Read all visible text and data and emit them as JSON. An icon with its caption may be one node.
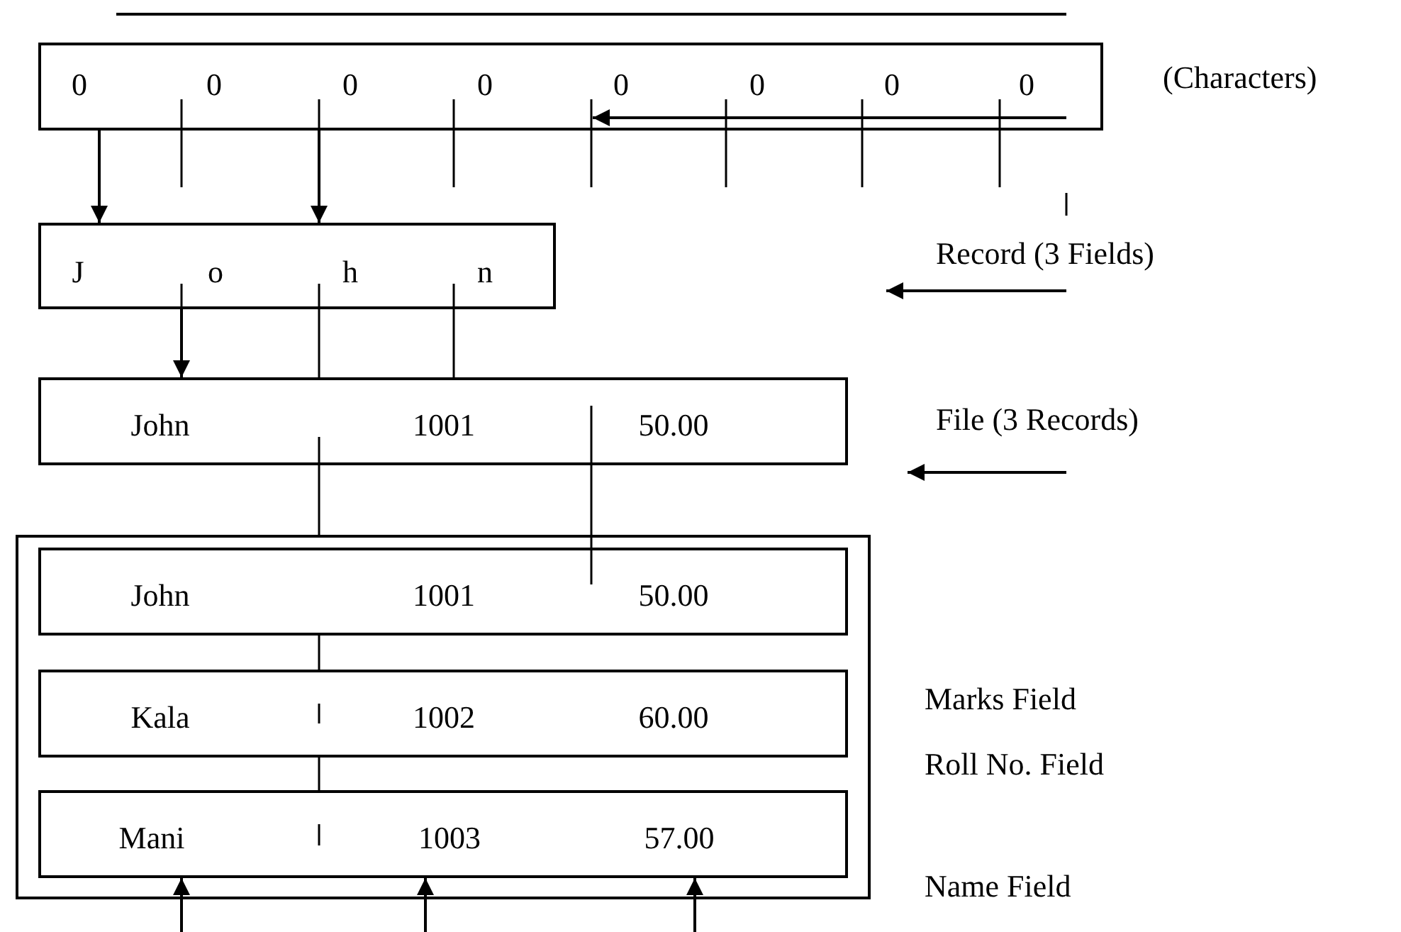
{
  "diagram": {
    "nodes": [
      {
        "text": [
          "0",
          "0",
          "0",
          "0",
          "0",
          "0",
          "0",
          "0"
        ],
        "beside": [
          "(Characters)"
        ]
      },
      {
        "text": [
          "J",
          "o",
          "h",
          "n"
        ]
      },
      {
        "text": [
          "John",
          "1001",
          "50.00"
        ]
      },
      {
        "text": [],
        "shape": "box"
      },
      {
        "text": [
          "John",
          "1001",
          "50.00"
        ],
        "in": 3
      },
      {
        "text": [
          "Kala",
          "1002",
          "60.00"
        ],
        "in": 3
      },
      {
        "text": [
          "Mani",
          "1003",
          "57.00"
        ],
        "in": 3
      }
    ],
    "edges": [
      {
        "from": 0,
        "to": 1,
        "arrow": "to"
      },
      {
        "from": 0,
        "to": 1,
        "arrow": "to"
      },
      {
        "from": 1,
        "to": 2,
        "arrow": "to"
      },
      {
        "from": null,
        "to": 6,
        "arrow": "to"
      },
      {
        "from": null,
        "to": 6,
        "arrow": "to"
      },
      {
        "from": null,
        "to": 6,
        "arrow": "to"
      },
      {
        "from": 1,
        "to": 2,
        "arrow": "none"
      },
      {
        "from": 1,
        "to": 2,
        "arrow": "none"
      },
      {
        "from": 2,
        "to": 3,
        "arrow": "none"
      },
      {
        "from": 2,
        "to": 4,
        "arrow": "none"
      },
      {
        "from": 4,
        "to": 5,
        "arrow": "none"
      },
      {
        "from": 5,
        "to": 6,
        "arrow": "none"
      }
    ],
    "labels": [
      "Record (3 Fields)",
      "File (3 Records)",
      "Marks Field",
      "Roll No. Field",
      "Name Field"
    ]
  }
}
